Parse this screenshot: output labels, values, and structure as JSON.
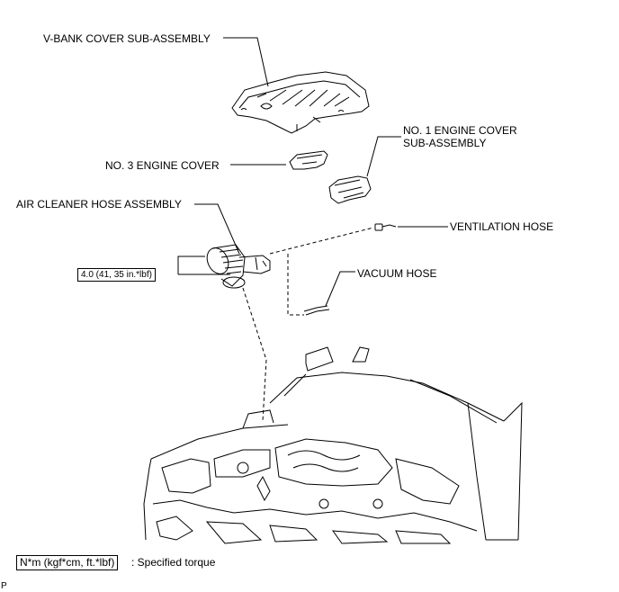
{
  "labels": {
    "v_bank_cover": "V-BANK COVER SUB-ASSEMBLY",
    "no1_engine_cover_line1": "NO. 1 ENGINE COVER",
    "no1_engine_cover_line2": "SUB-ASSEMBLY",
    "no3_engine_cover": "NO. 3 ENGINE COVER",
    "air_cleaner_hose": "AIR CLEANER HOSE ASSEMBLY",
    "ventilation_hose": "VENTILATION HOSE",
    "vacuum_hose": "VACUUM HOSE"
  },
  "torque": {
    "value": "4.0 (41, 35 in.*lbf)"
  },
  "legend": {
    "unit_box": "N*m (kgf*cm, ft.*lbf)",
    "description": ": Specified torque"
  },
  "corner_code": "P"
}
